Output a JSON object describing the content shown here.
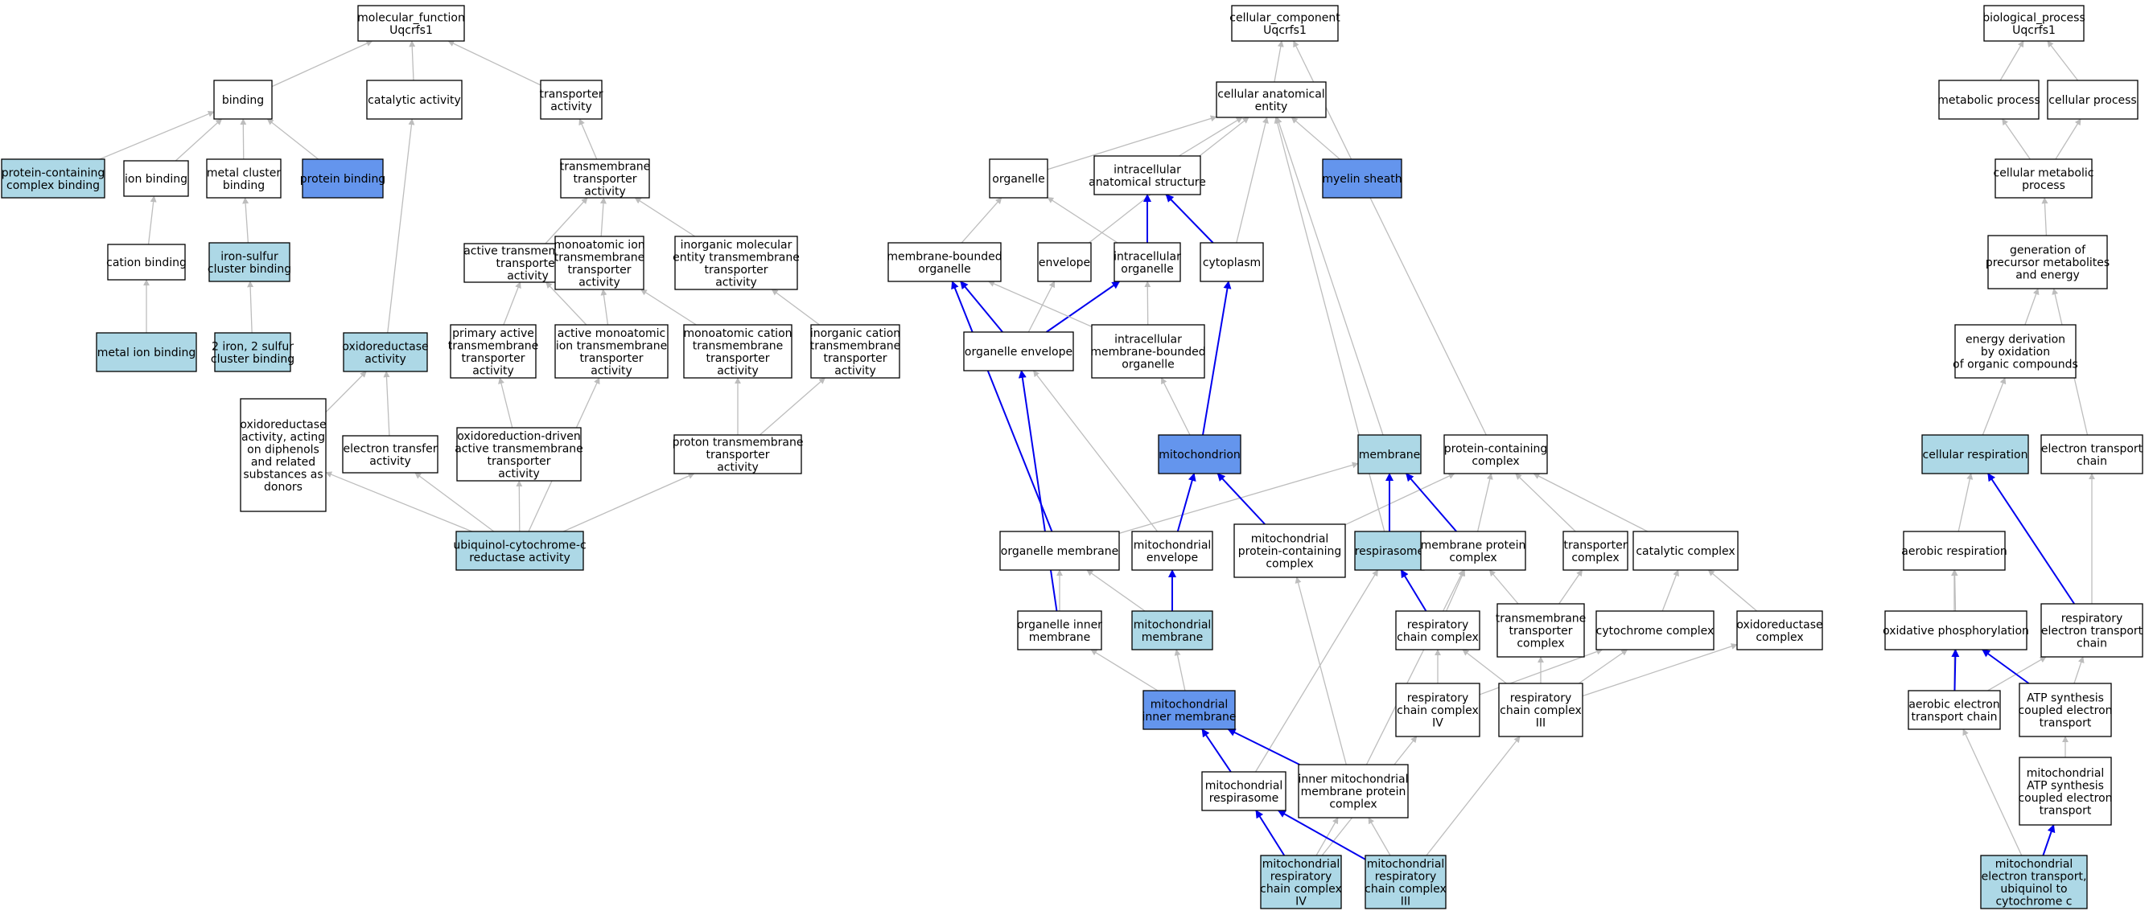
{
  "colors": {
    "white": "#ffffff",
    "light": "#add8e6",
    "dark": "#6495ed",
    "edge_grey": "#bdbdbd",
    "edge_blue": "#0000ee"
  },
  "nodes": [
    {
      "id": "mf",
      "lines": [
        "molecular_function",
        "Uqcrfs1"
      ],
      "fill": "white"
    },
    {
      "id": "binding",
      "lines": [
        "binding"
      ],
      "fill": "white"
    },
    {
      "id": "catalytic",
      "lines": [
        "catalytic activity"
      ],
      "fill": "white"
    },
    {
      "id": "transporter",
      "lines": [
        "transporter",
        "activity"
      ],
      "fill": "white"
    },
    {
      "id": "pcb",
      "lines": [
        "protein-containing",
        "complex binding"
      ],
      "fill": "light"
    },
    {
      "id": "ionb",
      "lines": [
        "ion binding"
      ],
      "fill": "white"
    },
    {
      "id": "mcb",
      "lines": [
        "metal cluster",
        "binding"
      ],
      "fill": "white"
    },
    {
      "id": "protb",
      "lines": [
        "protein binding"
      ],
      "fill": "dark"
    },
    {
      "id": "tmta",
      "lines": [
        "transmembrane",
        "transporter",
        "activity"
      ],
      "fill": "white"
    },
    {
      "id": "cationb",
      "lines": [
        "cation binding"
      ],
      "fill": "white"
    },
    {
      "id": "iscb",
      "lines": [
        "iron-sulfur",
        "cluster binding"
      ],
      "fill": "light"
    },
    {
      "id": "atmta",
      "lines": [
        "active transmembrane",
        "transporter",
        "activity"
      ],
      "fill": "white"
    },
    {
      "id": "miontma",
      "lines": [
        "monoatomic ion",
        "transmembrane",
        "transporter",
        "activity"
      ],
      "fill": "white"
    },
    {
      "id": "imeta",
      "lines": [
        "inorganic molecular",
        "entity transmembrane",
        "transporter",
        "activity"
      ],
      "fill": "white"
    },
    {
      "id": "mib",
      "lines": [
        "metal ion binding"
      ],
      "fill": "light"
    },
    {
      "id": "fescb",
      "lines": [
        "2 iron, 2 sulfur",
        "cluster binding"
      ],
      "fill": "light"
    },
    {
      "id": "oxred",
      "lines": [
        "oxidoreductase",
        "activity"
      ],
      "fill": "light"
    },
    {
      "id": "patmta",
      "lines": [
        "primary active",
        "transmembrane",
        "transporter",
        "activity"
      ],
      "fill": "white"
    },
    {
      "id": "amitma",
      "lines": [
        "active monoatomic",
        "ion transmembrane",
        "transporter",
        "activity"
      ],
      "fill": "white"
    },
    {
      "id": "mctma",
      "lines": [
        "monoatomic cation",
        "transmembrane",
        "transporter",
        "activity"
      ],
      "fill": "white"
    },
    {
      "id": "ictma",
      "lines": [
        "inorganic cation",
        "transmembrane",
        "transporter",
        "activity"
      ],
      "fill": "white"
    },
    {
      "id": "oxdiph",
      "lines": [
        "oxidoreductase",
        "activity, acting",
        "on diphenols",
        "and related",
        "substances as",
        "donors"
      ],
      "fill": "white"
    },
    {
      "id": "eta",
      "lines": [
        "electron transfer",
        "activity"
      ],
      "fill": "white"
    },
    {
      "id": "odatmta",
      "lines": [
        "oxidoreduction-driven",
        "active transmembrane",
        "transporter",
        "activity"
      ],
      "fill": "white"
    },
    {
      "id": "ptma",
      "lines": [
        "proton transmembrane",
        "transporter",
        "activity"
      ],
      "fill": "white"
    },
    {
      "id": "uqcr",
      "lines": [
        "ubiquinol-cytochrome-c",
        "reductase activity"
      ],
      "fill": "light"
    },
    {
      "id": "cc",
      "lines": [
        "cellular_component",
        "Uqcrfs1"
      ],
      "fill": "white"
    },
    {
      "id": "cae",
      "lines": [
        "cellular anatomical",
        "entity"
      ],
      "fill": "white"
    },
    {
      "id": "organelle",
      "lines": [
        "organelle"
      ],
      "fill": "white"
    },
    {
      "id": "ias",
      "lines": [
        "intracellular",
        "anatomical structure"
      ],
      "fill": "white"
    },
    {
      "id": "myelin",
      "lines": [
        "myelin sheath"
      ],
      "fill": "dark"
    },
    {
      "id": "mbo",
      "lines": [
        "membrane-bounded",
        "organelle"
      ],
      "fill": "white"
    },
    {
      "id": "envelope",
      "lines": [
        "envelope"
      ],
      "fill": "white"
    },
    {
      "id": "io",
      "lines": [
        "intracellular",
        "organelle"
      ],
      "fill": "white"
    },
    {
      "id": "cytoplasm",
      "lines": [
        "cytoplasm"
      ],
      "fill": "white"
    },
    {
      "id": "oenv",
      "lines": [
        "organelle envelope"
      ],
      "fill": "white"
    },
    {
      "id": "imbo",
      "lines": [
        "intracellular",
        "membrane-bounded",
        "organelle"
      ],
      "fill": "white"
    },
    {
      "id": "mito",
      "lines": [
        "mitochondrion"
      ],
      "fill": "dark"
    },
    {
      "id": "membrane",
      "lines": [
        "membrane"
      ],
      "fill": "light"
    },
    {
      "id": "pcc",
      "lines": [
        "protein-containing",
        "complex"
      ],
      "fill": "white"
    },
    {
      "id": "omem",
      "lines": [
        "organelle membrane"
      ],
      "fill": "white"
    },
    {
      "id": "menv",
      "lines": [
        "mitochondrial",
        "envelope"
      ],
      "fill": "white"
    },
    {
      "id": "mpcc",
      "lines": [
        "mitochondrial",
        "protein-containing",
        "complex"
      ],
      "fill": "white"
    },
    {
      "id": "respirasome",
      "lines": [
        "respirasome"
      ],
      "fill": "light"
    },
    {
      "id": "mpc",
      "lines": [
        "membrane protein",
        "complex"
      ],
      "fill": "white"
    },
    {
      "id": "tc",
      "lines": [
        "transporter",
        "complex"
      ],
      "fill": "white"
    },
    {
      "id": "catc",
      "lines": [
        "catalytic complex"
      ],
      "fill": "white"
    },
    {
      "id": "oim",
      "lines": [
        "organelle inner",
        "membrane"
      ],
      "fill": "white"
    },
    {
      "id": "mmem",
      "lines": [
        "mitochondrial",
        "membrane"
      ],
      "fill": "light"
    },
    {
      "id": "rcc",
      "lines": [
        "respiratory",
        "chain complex"
      ],
      "fill": "white"
    },
    {
      "id": "tmtc",
      "lines": [
        "transmembrane",
        "transporter",
        "complex"
      ],
      "fill": "white"
    },
    {
      "id": "cytc",
      "lines": [
        "cytochrome complex"
      ],
      "fill": "white"
    },
    {
      "id": "oxc",
      "lines": [
        "oxidoreductase",
        "complex"
      ],
      "fill": "white"
    },
    {
      "id": "mim",
      "lines": [
        "mitochondrial",
        "inner membrane"
      ],
      "fill": "dark"
    },
    {
      "id": "rcc4",
      "lines": [
        "respiratory",
        "chain complex",
        "IV"
      ],
      "fill": "white"
    },
    {
      "id": "rcc3",
      "lines": [
        "respiratory",
        "chain complex",
        "III"
      ],
      "fill": "white"
    },
    {
      "id": "mresp",
      "lines": [
        "mitochondrial",
        "respirasome"
      ],
      "fill": "white"
    },
    {
      "id": "impc",
      "lines": [
        "inner mitochondrial",
        "membrane protein",
        "complex"
      ],
      "fill": "white"
    },
    {
      "id": "mrcc4",
      "lines": [
        "mitochondrial",
        "respiratory",
        "chain complex",
        "IV"
      ],
      "fill": "light"
    },
    {
      "id": "mrcc3",
      "lines": [
        "mitochondrial",
        "respiratory",
        "chain complex",
        "III"
      ],
      "fill": "light"
    },
    {
      "id": "bp",
      "lines": [
        "biological_process",
        "Uqcrfs1"
      ],
      "fill": "white"
    },
    {
      "id": "metab",
      "lines": [
        "metabolic process"
      ],
      "fill": "white"
    },
    {
      "id": "cellp",
      "lines": [
        "cellular process"
      ],
      "fill": "white"
    },
    {
      "id": "cmp",
      "lines": [
        "cellular metabolic",
        "process"
      ],
      "fill": "white"
    },
    {
      "id": "gpme",
      "lines": [
        "generation of",
        "precursor metabolites",
        "and energy"
      ],
      "fill": "white"
    },
    {
      "id": "edoc",
      "lines": [
        "energy derivation",
        "by oxidation",
        "of organic compounds"
      ],
      "fill": "white"
    },
    {
      "id": "cresp",
      "lines": [
        "cellular respiration"
      ],
      "fill": "light"
    },
    {
      "id": "etc",
      "lines": [
        "electron transport",
        "chain"
      ],
      "fill": "white"
    },
    {
      "id": "aresp",
      "lines": [
        "aerobic respiration"
      ],
      "fill": "white"
    },
    {
      "id": "oxphos",
      "lines": [
        "oxidative phosphorylation"
      ],
      "fill": "white"
    },
    {
      "id": "retc",
      "lines": [
        "respiratory",
        "electron transport",
        "chain"
      ],
      "fill": "white"
    },
    {
      "id": "aetc",
      "lines": [
        "aerobic electron",
        "transport chain"
      ],
      "fill": "white"
    },
    {
      "id": "atpsc",
      "lines": [
        "ATP synthesis",
        "coupled electron",
        "transport"
      ],
      "fill": "white"
    },
    {
      "id": "matpsc",
      "lines": [
        "mitochondrial",
        "ATP synthesis",
        "coupled electron",
        "transport"
      ],
      "fill": "white"
    },
    {
      "id": "metu",
      "lines": [
        "mitochondrial",
        "electron transport,",
        "ubiquinol to",
        "cytochrome c"
      ],
      "fill": "light"
    }
  ],
  "edges": [
    {
      "from": "binding",
      "to": "mf",
      "blue": false
    },
    {
      "from": "catalytic",
      "to": "mf",
      "blue": false
    },
    {
      "from": "transporter",
      "to": "mf",
      "blue": false
    },
    {
      "from": "pcb",
      "to": "binding",
      "blue": false
    },
    {
      "from": "ionb",
      "to": "binding",
      "blue": false
    },
    {
      "from": "mcb",
      "to": "binding",
      "blue": false
    },
    {
      "from": "protb",
      "to": "binding",
      "blue": false
    },
    {
      "from": "tmta",
      "to": "transporter",
      "blue": false
    },
    {
      "from": "cationb",
      "to": "ionb",
      "blue": false
    },
    {
      "from": "iscb",
      "to": "mcb",
      "blue": false
    },
    {
      "from": "atmta",
      "to": "tmta",
      "blue": false
    },
    {
      "from": "miontma",
      "to": "tmta",
      "blue": false
    },
    {
      "from": "imeta",
      "to": "tmta",
      "blue": false
    },
    {
      "from": "mib",
      "to": "cationb",
      "blue": false
    },
    {
      "from": "fescb",
      "to": "iscb",
      "blue": false
    },
    {
      "from": "oxred",
      "to": "catalytic",
      "blue": false
    },
    {
      "from": "patmta",
      "to": "atmta",
      "blue": false
    },
    {
      "from": "amitma",
      "to": "atmta",
      "blue": false
    },
    {
      "from": "amitma",
      "to": "miontma",
      "blue": false
    },
    {
      "from": "mctma",
      "to": "miontma",
      "blue": false
    },
    {
      "from": "ictma",
      "to": "imeta",
      "blue": false
    },
    {
      "from": "oxdiph",
      "to": "oxred",
      "blue": false
    },
    {
      "from": "eta",
      "to": "oxred",
      "blue": false
    },
    {
      "from": "odatmta",
      "to": "patmta",
      "blue": false
    },
    {
      "from": "ptma",
      "to": "mctma",
      "blue": false
    },
    {
      "from": "ptma",
      "to": "ictma",
      "blue": false
    },
    {
      "from": "uqcr",
      "to": "oxdiph",
      "blue": false
    },
    {
      "from": "uqcr",
      "to": "eta",
      "blue": false
    },
    {
      "from": "uqcr",
      "to": "odatmta",
      "blue": false
    },
    {
      "from": "uqcr",
      "to": "amitma",
      "blue": false
    },
    {
      "from": "uqcr",
      "to": "ptma",
      "blue": false
    },
    {
      "from": "cae",
      "to": "cc",
      "blue": false
    },
    {
      "from": "pcc",
      "to": "cc",
      "blue": false
    },
    {
      "from": "organelle",
      "to": "cae",
      "blue": false
    },
    {
      "from": "ias",
      "to": "cae",
      "blue": false
    },
    {
      "from": "myelin",
      "to": "cae",
      "blue": false
    },
    {
      "from": "envelope",
      "to": "cae",
      "blue": false
    },
    {
      "from": "cytoplasm",
      "to": "cae",
      "blue": false
    },
    {
      "from": "membrane",
      "to": "cae",
      "blue": false
    },
    {
      "from": "respirasome",
      "to": "cae",
      "blue": false
    },
    {
      "from": "mbo",
      "to": "organelle",
      "blue": false
    },
    {
      "from": "io",
      "to": "organelle",
      "blue": false
    },
    {
      "from": "io",
      "to": "ias",
      "blue": true
    },
    {
      "from": "cytoplasm",
      "to": "ias",
      "blue": true
    },
    {
      "from": "oenv",
      "to": "mbo",
      "blue": true
    },
    {
      "from": "oenv",
      "to": "envelope",
      "blue": false
    },
    {
      "from": "oenv",
      "to": "io",
      "blue": true
    },
    {
      "from": "imbo",
      "to": "mbo",
      "blue": false
    },
    {
      "from": "imbo",
      "to": "io",
      "blue": false
    },
    {
      "from": "mito",
      "to": "imbo",
      "blue": false
    },
    {
      "from": "mito",
      "to": "cytoplasm",
      "blue": true
    },
    {
      "from": "omem",
      "to": "mbo",
      "blue": true
    },
    {
      "from": "omem",
      "to": "membrane",
      "blue": false
    },
    {
      "from": "menv",
      "to": "mito",
      "blue": true
    },
    {
      "from": "menv",
      "to": "oenv",
      "blue": false
    },
    {
      "from": "mpcc",
      "to": "mito",
      "blue": true
    },
    {
      "from": "mpcc",
      "to": "pcc",
      "blue": false
    },
    {
      "from": "respirasome",
      "to": "membrane",
      "blue": true
    },
    {
      "from": "mpc",
      "to": "membrane",
      "blue": true
    },
    {
      "from": "mpc",
      "to": "pcc",
      "blue": false
    },
    {
      "from": "tc",
      "to": "pcc",
      "blue": false
    },
    {
      "from": "catc",
      "to": "pcc",
      "blue": false
    },
    {
      "from": "oim",
      "to": "oenv",
      "blue": true
    },
    {
      "from": "oim",
      "to": "omem",
      "blue": false
    },
    {
      "from": "mmem",
      "to": "omem",
      "blue": false
    },
    {
      "from": "mmem",
      "to": "menv",
      "blue": true
    },
    {
      "from": "rcc",
      "to": "respirasome",
      "blue": true
    },
    {
      "from": "rcc",
      "to": "mpc",
      "blue": false
    },
    {
      "from": "tmtc",
      "to": "mpc",
      "blue": false
    },
    {
      "from": "tmtc",
      "to": "tc",
      "blue": false
    },
    {
      "from": "cytc",
      "to": "catc",
      "blue": false
    },
    {
      "from": "oxc",
      "to": "catc",
      "blue": false
    },
    {
      "from": "mim",
      "to": "oim",
      "blue": false
    },
    {
      "from": "mim",
      "to": "mmem",
      "blue": false
    },
    {
      "from": "rcc4",
      "to": "rcc",
      "blue": false
    },
    {
      "from": "rcc4",
      "to": "cytc",
      "blue": false
    },
    {
      "from": "rcc3",
      "to": "rcc",
      "blue": false
    },
    {
      "from": "rcc3",
      "to": "tmtc",
      "blue": false
    },
    {
      "from": "rcc3",
      "to": "cytc",
      "blue": false
    },
    {
      "from": "rcc3",
      "to": "oxc",
      "blue": false
    },
    {
      "from": "mresp",
      "to": "mim",
      "blue": true
    },
    {
      "from": "mresp",
      "to": "respirasome",
      "blue": false
    },
    {
      "from": "impc",
      "to": "mim",
      "blue": true
    },
    {
      "from": "impc",
      "to": "mpcc",
      "blue": false
    },
    {
      "from": "impc",
      "to": "mpc",
      "blue": false
    },
    {
      "from": "mrcc4",
      "to": "mresp",
      "blue": true
    },
    {
      "from": "mrcc4",
      "to": "impc",
      "blue": false
    },
    {
      "from": "mrcc4",
      "to": "rcc4",
      "blue": false
    },
    {
      "from": "mrcc3",
      "to": "mresp",
      "blue": true
    },
    {
      "from": "mrcc3",
      "to": "impc",
      "blue": false
    },
    {
      "from": "mrcc3",
      "to": "rcc3",
      "blue": false
    },
    {
      "from": "metab",
      "to": "bp",
      "blue": false
    },
    {
      "from": "cellp",
      "to": "bp",
      "blue": false
    },
    {
      "from": "cmp",
      "to": "metab",
      "blue": false
    },
    {
      "from": "cmp",
      "to": "cellp",
      "blue": false
    },
    {
      "from": "gpme",
      "to": "cmp",
      "blue": false
    },
    {
      "from": "edoc",
      "to": "gpme",
      "blue": false
    },
    {
      "from": "etc",
      "to": "gpme",
      "blue": false
    },
    {
      "from": "cresp",
      "to": "edoc",
      "blue": false
    },
    {
      "from": "aresp",
      "to": "cresp",
      "blue": false
    },
    {
      "from": "retc",
      "to": "cresp",
      "blue": true
    },
    {
      "from": "retc",
      "to": "etc",
      "blue": false
    },
    {
      "from": "oxphos",
      "to": "aresp",
      "blue": false
    },
    {
      "from": "aetc",
      "to": "aresp",
      "blue": false
    },
    {
      "from": "aetc",
      "to": "oxphos",
      "blue": true
    },
    {
      "from": "aetc",
      "to": "retc",
      "blue": false
    },
    {
      "from": "atpsc",
      "to": "oxphos",
      "blue": true
    },
    {
      "from": "atpsc",
      "to": "retc",
      "blue": false
    },
    {
      "from": "matpsc",
      "to": "atpsc",
      "blue": false
    },
    {
      "from": "metu",
      "to": "aetc",
      "blue": false
    },
    {
      "from": "metu",
      "to": "matpsc",
      "blue": true
    }
  ]
}
